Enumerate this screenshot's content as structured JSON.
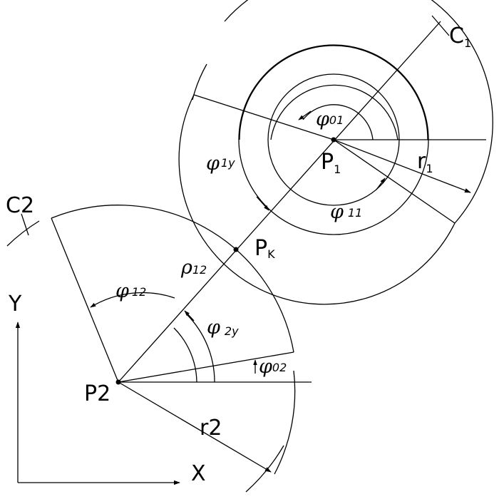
{
  "labels": {
    "c1": "C",
    "c1_sub": "1",
    "c2": "C",
    "c2_sub": "2",
    "y_axis": "Y",
    "x_axis": "X",
    "p1": "P",
    "p1_sub": "1",
    "p2": "P",
    "p2_sub": "2",
    "pk": "P",
    "pk_sub": "K",
    "r1": "r",
    "r1_sub": "1",
    "r2": "r",
    "r2_sub": "2",
    "phi01": "φ",
    "phi01_sub": "01",
    "phi1y": "φ",
    "phi1y_sub": "1y",
    "phi11": "φ",
    "phi11_sub": "11",
    "phi12": "φ",
    "phi12_sub": "12",
    "phi2y": "φ",
    "phi2y_sub": "2y",
    "phi02": "φ",
    "phi02_sub": "02",
    "rho12": "ρ",
    "rho12_sub": "12"
  }
}
